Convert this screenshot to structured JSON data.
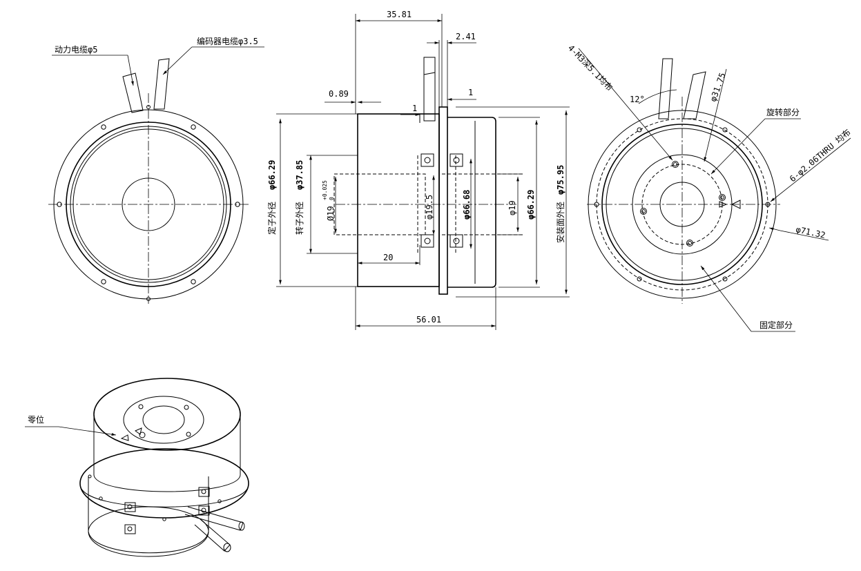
{
  "front_view": {
    "power_cable": "动力电缆φ5",
    "encoder_cable": "编码器电缆φ3.5"
  },
  "side_view": {
    "dim_length_top": "35.81",
    "dim_flange_thickness": "2.41",
    "dim_left_gap": "0.89",
    "dim_step_left": "1",
    "dim_step_right": "1",
    "dim_overall_length": "56.01",
    "dim_rotor_depth": "20",
    "stator_od_label": "定子外径",
    "stator_od": "φ66.29",
    "rotor_od_label": "转子外径",
    "rotor_od": "φ37.85",
    "bore_dia": "Ø19",
    "bore_tol_upper": "+0.025",
    "bore_tol_lower": "0",
    "inner_dia": "φ19.5",
    "mid_dia": "φ66.68",
    "right_bore": "φ19",
    "right_od": "φ66.29",
    "mount_od_label": "安装面外径",
    "mount_od": "φ75.95"
  },
  "rear_view": {
    "tapped_holes": "4-M3深5.1均布",
    "angle": "12°",
    "pcd_inner": "φ31.75",
    "rotating_part": "旋转部分",
    "through_holes": "6-φ2.06THRU 均布",
    "pcd_outer": "φ71.32",
    "fixed_part": "固定部分"
  },
  "iso_view": {
    "zero_position": "零位"
  }
}
